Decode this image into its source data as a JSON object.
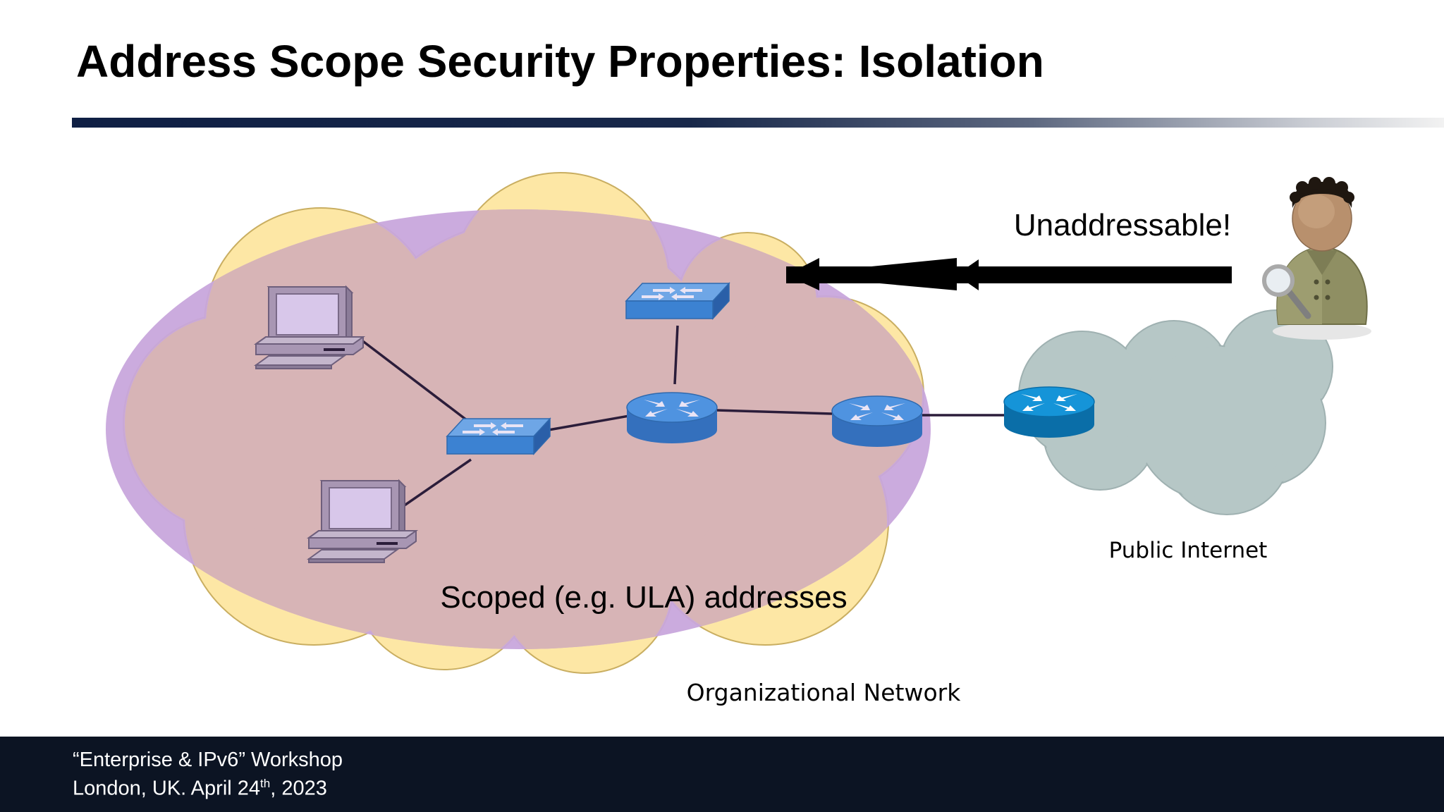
{
  "slide": {
    "title": "Address Scope Security Properties: Isolation"
  },
  "diagram": {
    "org_caption": "Organizational Network",
    "internet_caption": "Public Internet",
    "scoped_label": "Scoped (e.g. ULA) addresses",
    "arrow_label": "Unaddressable!",
    "colors": {
      "org_cloud": "#fde7a5",
      "scope_region": "#c8a6dc",
      "overlap": "#d7b4b6",
      "internet_cloud": "#b6c7c6",
      "device_blue": "#3c82d2",
      "edge_router_blue": "#0d7fc0",
      "computer_purple": "#a896b3",
      "link": "#2b1d3a"
    },
    "icons": [
      "desktop-computer-icon",
      "switch-icon",
      "router-icon",
      "attacker-icon"
    ]
  },
  "footer": {
    "line1": "“Enterprise & IPv6” Workshop",
    "line2_pre": "London, UK. April 24",
    "line2_sup": "th",
    "line2_post": ", 2023"
  }
}
